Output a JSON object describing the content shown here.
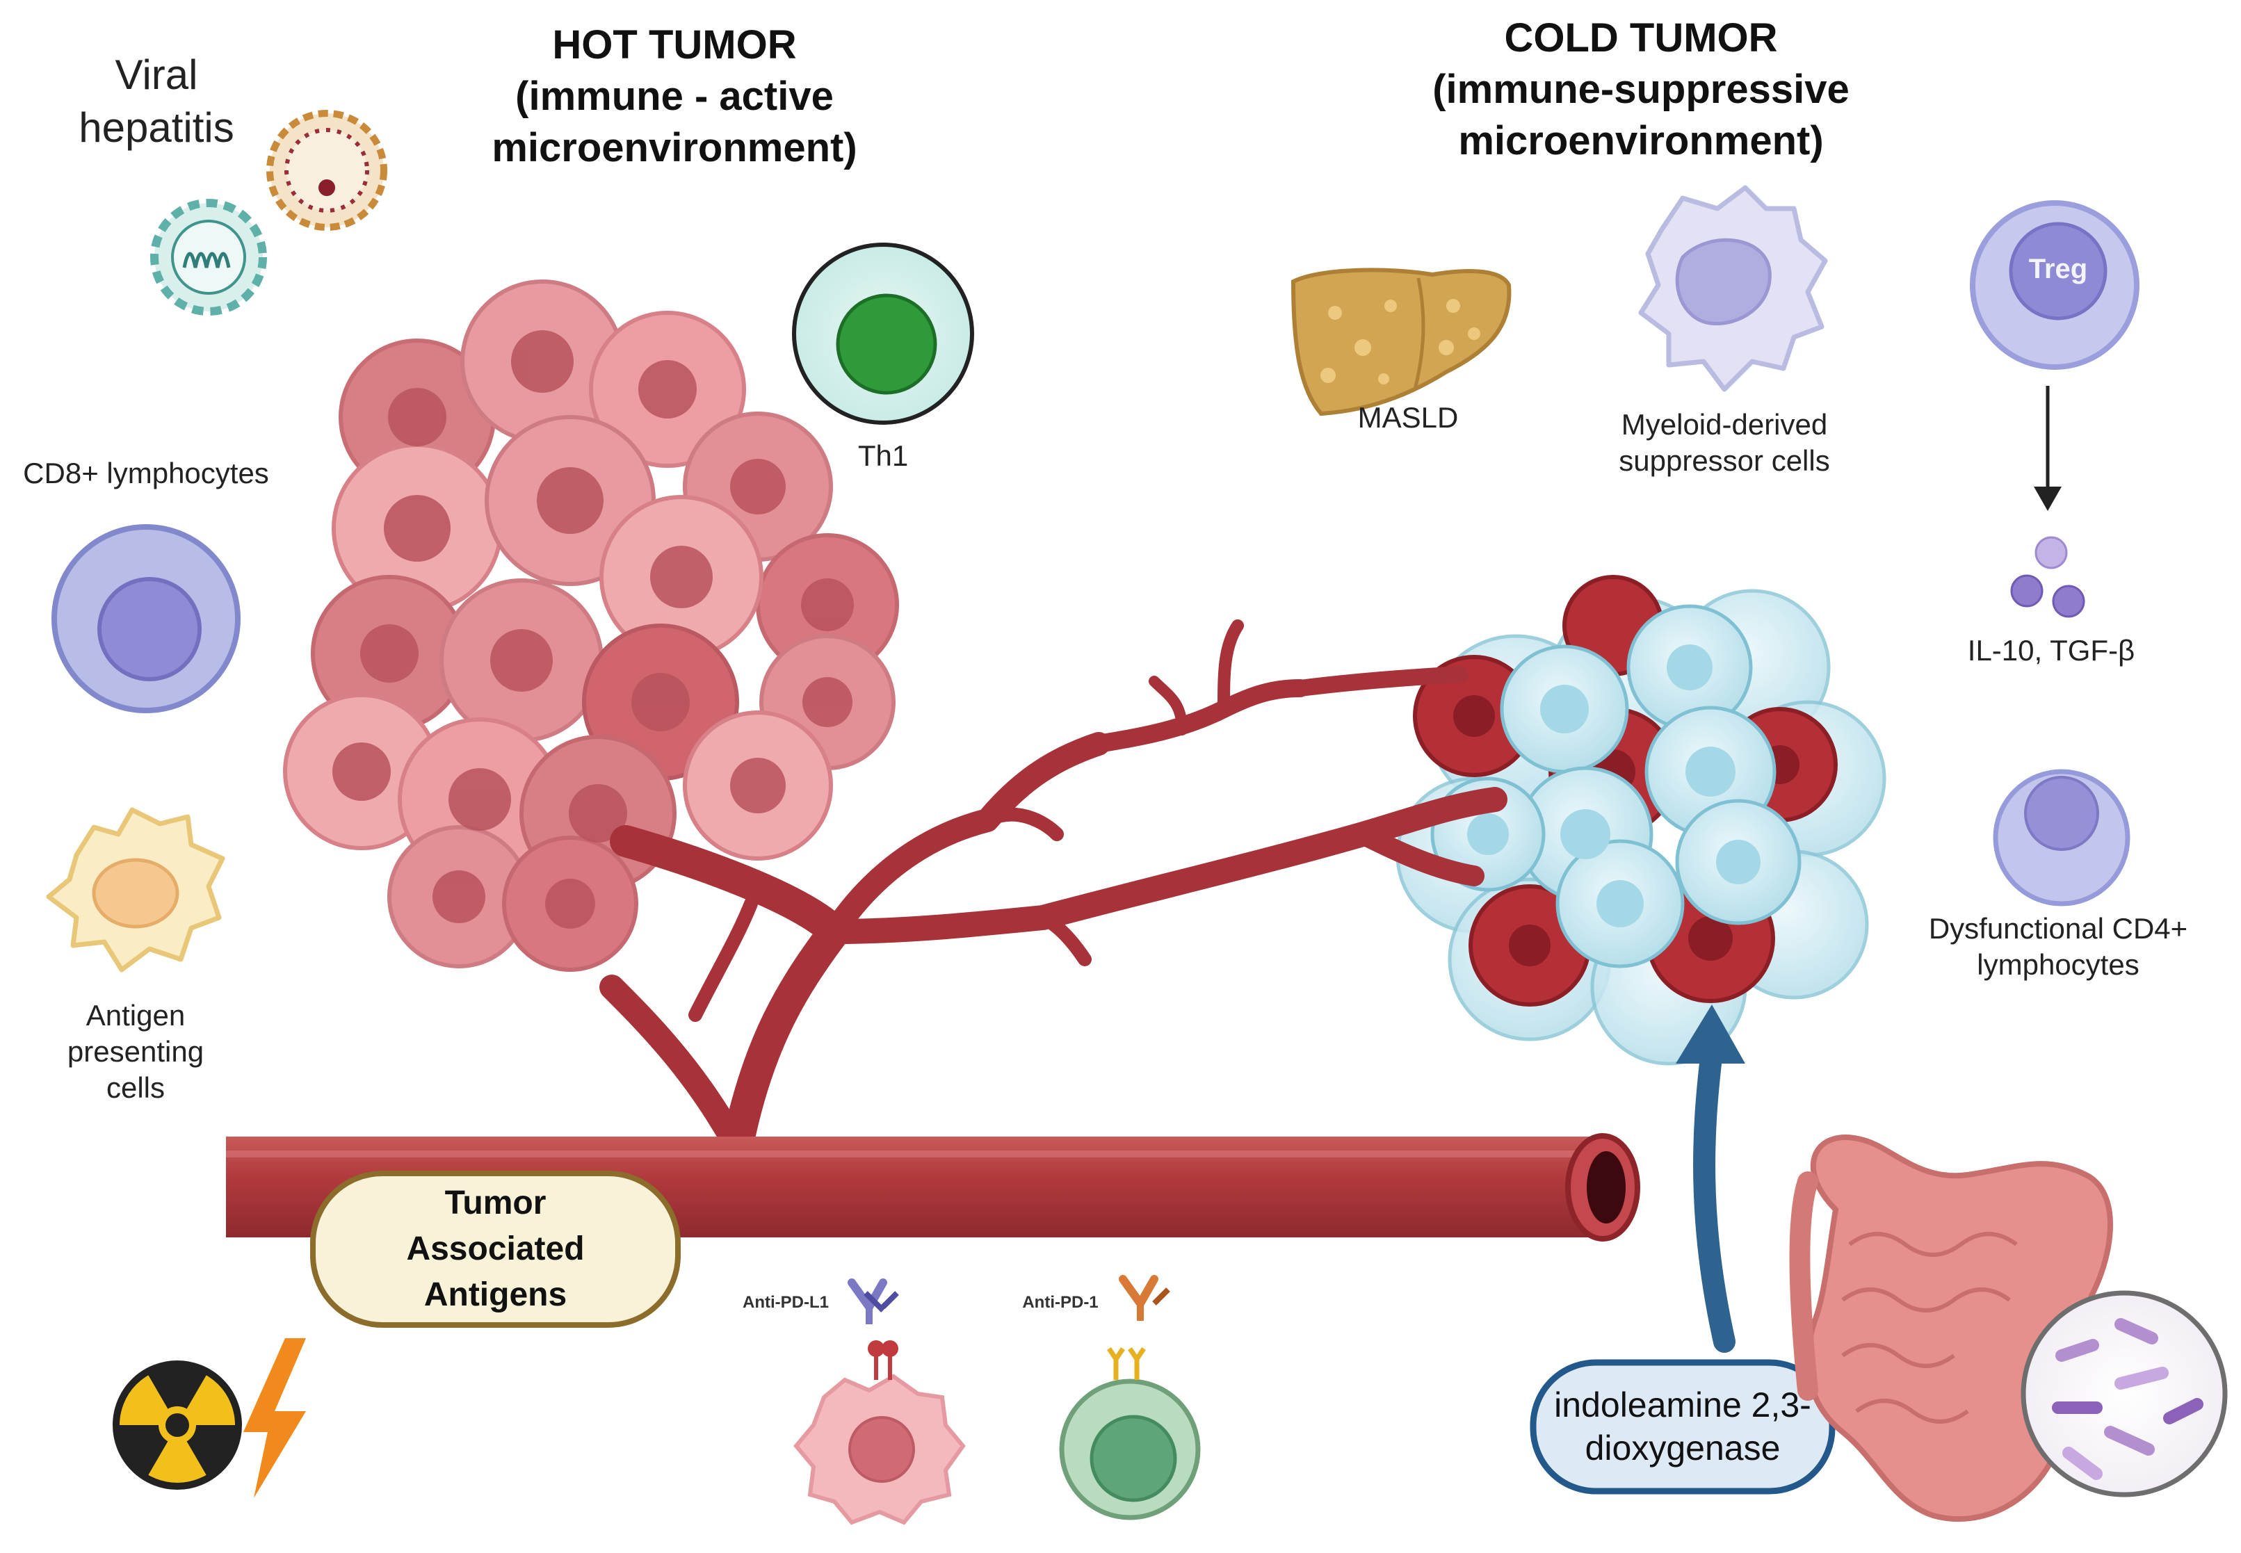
{
  "hot_title": [
    "HOT TUMOR",
    "(immune - active",
    "microenvironment)"
  ],
  "cold_title": [
    "COLD TUMOR",
    "(immune-suppressive",
    "microenvironment)"
  ],
  "viral": [
    "Viral",
    "hepatitis"
  ],
  "th1": "Th1",
  "cd8": "CD8+ lymphocytes",
  "apc": [
    "Antigen",
    "presenting",
    "cells"
  ],
  "masld": "MASLD",
  "mdsc": [
    "Myeloid-derived",
    "suppressor cells"
  ],
  "treg": "Treg",
  "cytokines": "IL-10, TGF-β",
  "cd4": [
    "Dysfunctional CD4+",
    "lymphocytes"
  ],
  "taa": [
    "Tumor",
    "Associated",
    "Antigens"
  ],
  "anti_pdl1": "Anti-PD-L1",
  "anti_pd1": "Anti-PD-1",
  "ido": [
    "indoleamine 2,3-",
    "dioxygenase"
  ]
}
